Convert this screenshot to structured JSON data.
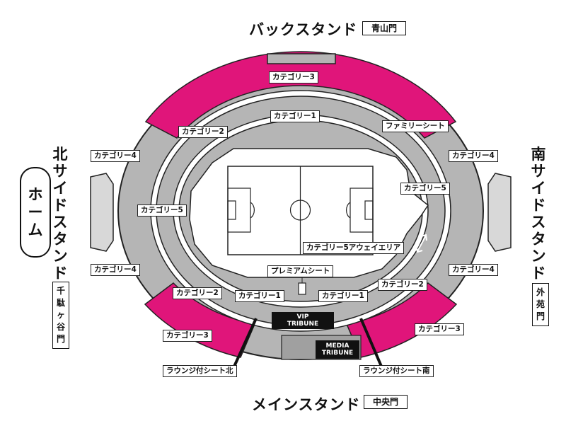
{
  "colors": {
    "magenta": "#e0157a",
    "gray": "#b5b5b5",
    "dark_gray": "#a0a0a0",
    "outline": "#222222",
    "field": "#ffffff"
  },
  "stands": {
    "back": {
      "name": "バックスタンド",
      "gate": "青山門"
    },
    "main": {
      "name": "メインスタンド",
      "gate": "中央門"
    },
    "north": {
      "name": [
        "北",
        "サ",
        "イ",
        "ド",
        "ス",
        "タ",
        "ン",
        "ド"
      ],
      "gate": [
        "千",
        "駄",
        "ヶ",
        "谷",
        "門"
      ],
      "home": [
        "ホ",
        "ー",
        "ム"
      ]
    },
    "south": {
      "name": [
        "南",
        "サ",
        "イ",
        "ド",
        "ス",
        "タ",
        "ン",
        "ド"
      ],
      "gate": [
        "外",
        "苑",
        "門"
      ]
    }
  },
  "sections": {
    "cat3_top": "カテゴリー3",
    "cat1_top": "カテゴリー1",
    "cat2_topleft": "カテゴリー2",
    "family": "ファミリーシート",
    "cat4_nw": "カテゴリー4",
    "cat4_ne": "カテゴリー4",
    "cat5_east": "カテゴリー5",
    "cat5_west": "カテゴリー5",
    "cat5_away": "カテゴリー5アウェイエリア",
    "cat4_sw": "カテゴリー4",
    "cat4_se": "カテゴリー4",
    "premium": "プレミアムシート",
    "cat2_bottomleft": "カテゴリー2",
    "cat1_bottomleft": "カテゴリー1",
    "cat1_bottomright": "カテゴリー1",
    "cat2_bottomright": "カテゴリー2",
    "cat3_bottomleft": "カテゴリー3",
    "cat3_bottomright": "カテゴリー3",
    "lounge_north": "ラウンジ付シート北",
    "lounge_south": "ラウンジ付シート南"
  },
  "tribunes": {
    "vip": [
      "VIP",
      "TRIBUNE"
    ],
    "media": [
      "MEDIA",
      "TRIBUNE"
    ]
  }
}
